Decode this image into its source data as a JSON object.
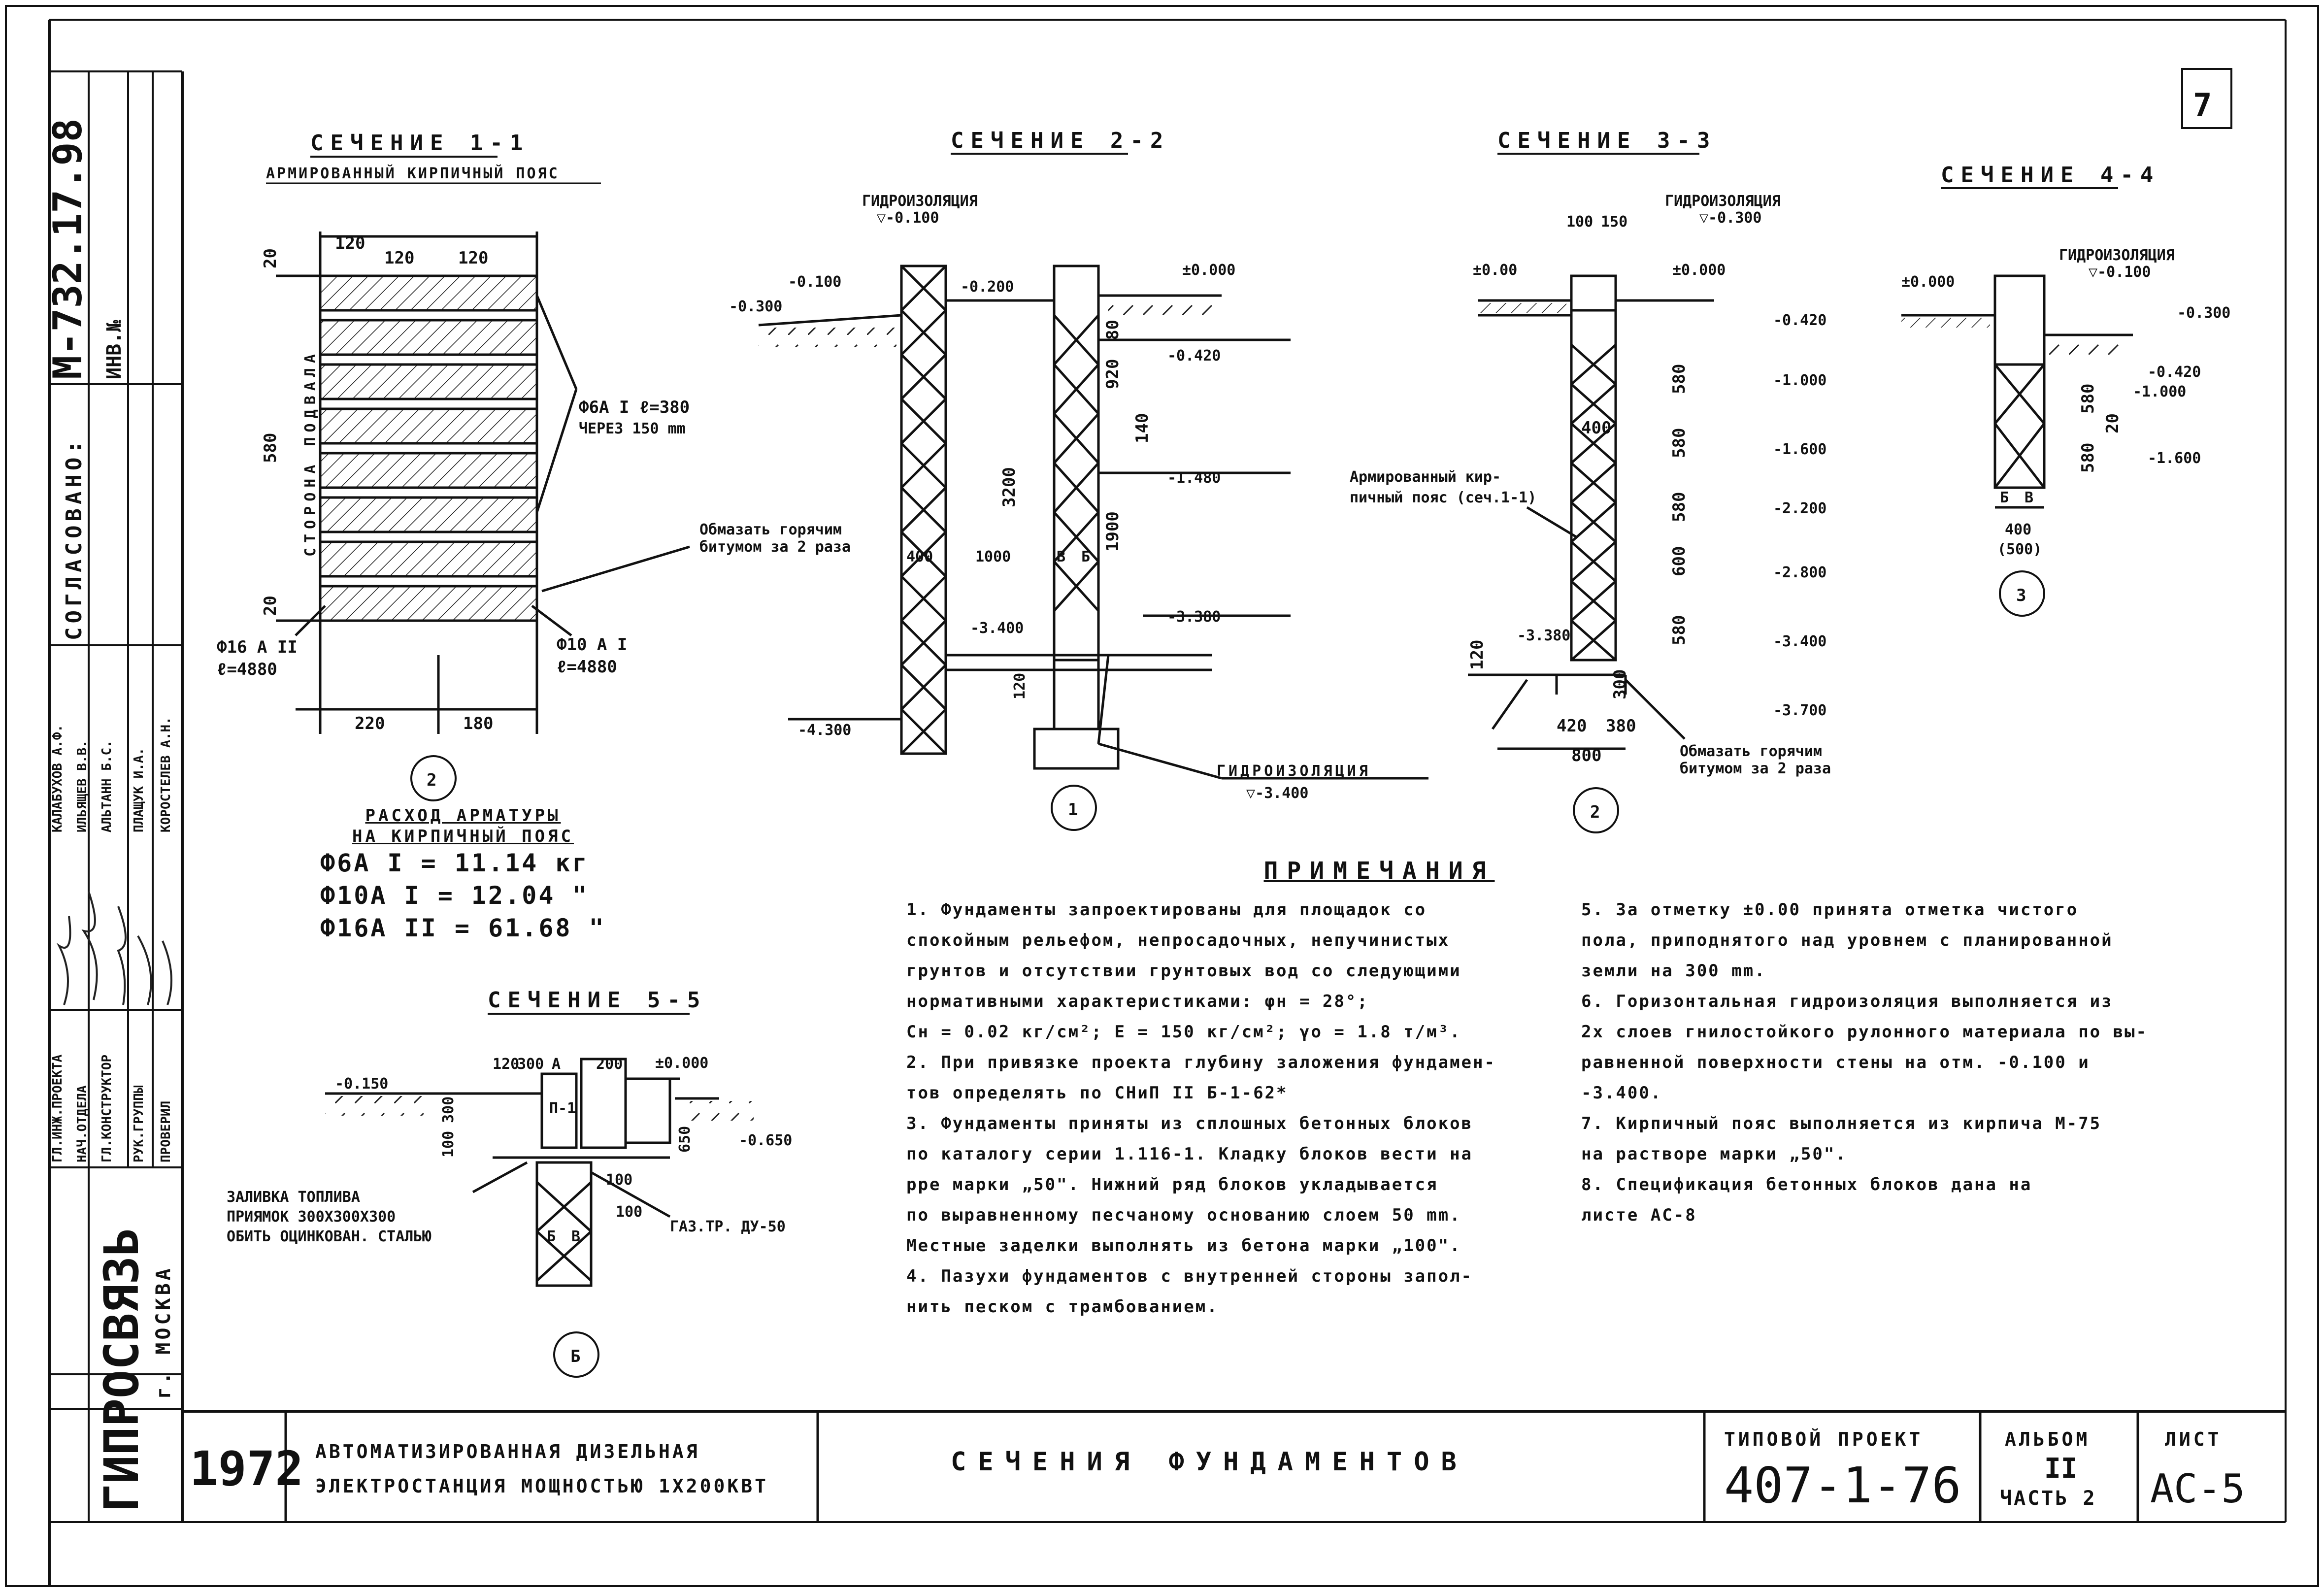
{
  "sheet": {
    "corner_number": "7",
    "organization": "ГИПРОСВЯЗЬ",
    "city": "г. МОСКВА",
    "archive_code": "М-732.17.98",
    "inv_no": "ИНВ.№",
    "year": "1972",
    "object_title_line1": "АВТОМАТИЗИРОВАННАЯ ДИЗЕЛЬНАЯ",
    "object_title_line2": "ЭЛЕКТРОСТАНЦИЯ МОЩНОСТЬЮ 1Х200КВТ",
    "drawing_title": "СЕЧЕНИЯ ФУНДАМЕНТОВ",
    "project_label": "ТИПОВОЙ ПРОЕКТ",
    "project_number": "407-1-76",
    "album_label": "АЛЬБОМ",
    "album_number": "II",
    "album_part": "ЧАСТЬ 2",
    "sheet_label": "ЛИСТ",
    "sheet_number": "АС-5",
    "approved_label": "СОГЛАСОВАНО:"
  },
  "staff": [
    {
      "role": "ГЛ.ИНЖ.ПРОЕКТА",
      "name": "КАЛАБУХОВ А.Ф."
    },
    {
      "role": "НАЧ.ОТДЕЛА",
      "name": "ИЛЬЯЩЕВ В.В."
    },
    {
      "role": "ГЛ.КОНСТРУКТОР",
      "name": "АЛЬТАНН Б.С."
    },
    {
      "role": "РУК.ГРУППЫ",
      "name": "ПЛАЩУК И.А."
    },
    {
      "role": "ПРОВЕРИЛ",
      "name": "КОРОСТЕЛЕВ А.Н."
    }
  ],
  "sections": {
    "s1": {
      "title": "СЕЧЕНИЕ 1-1",
      "subtitle": "АРМИРОВАННЫЙ КИРПИЧНЫЙ ПОЯС",
      "d120a": "120",
      "d120b": "120",
      "d120c": "120",
      "d20a": "20",
      "d20b": "20",
      "d580": "580",
      "side_label": "СТОРОНА ПОДВАЛА",
      "rebar1": "Ф6А I ℓ=380",
      "rebar1b": "ЧЕРЕЗ 150 mm",
      "coat": "Обмазать горячим",
      "coat2": "битумом за 2 раза",
      "rebar2": "Ф16 А II",
      "rebar2b": "ℓ=4880",
      "rebar3": "Ф10 А I",
      "rebar3b": "ℓ=4880",
      "d220": "220",
      "d180": "180",
      "circle": "2"
    },
    "s2": {
      "title": "СЕЧЕНИЕ 2-2",
      "hydro": "ГИДРОИЗОЛЯЦИЯ",
      "hydro_level": "▽-0.100",
      "lv_m0100": "-0.100",
      "lv_m0300": "-0.300",
      "lv_m0200": "-0.200",
      "lv_0000": "±0.000",
      "lv_0420": "-0.420",
      "lv_1480": "-1.480",
      "lv_3380": "-3.380",
      "lv_3400": "-3.400",
      "lv_4300": "-4.300",
      "d920": "920",
      "d80": "80",
      "d140": "140",
      "d1900": "1900",
      "d3200": "3200",
      "d400": "400",
      "d1000": "1000",
      "dB": "В",
      "dBb": "Б",
      "d120": "120",
      "bottom_hydro": "ГИДРОИЗОЛЯЦИЯ",
      "bottom_level": "▽-3.400",
      "circle": "1"
    },
    "s3": {
      "title": "СЕЧЕНИЕ 3-3",
      "hydro": "ГИДРОИЗОЛЯЦИЯ",
      "hydro_level": "▽-0.300",
      "d100": "100",
      "d150": "150",
      "lv_000a": "±0.00",
      "lv_000b": "±0.000",
      "lv_0420": "-0.420",
      "lv_1000": "-1.000",
      "lv_1600": "-1.600",
      "lv_2200": "-2.200",
      "lv_2800": "-2.800",
      "lv_3400": "-3.400",
      "lv_3700": "-3.700",
      "lv_3380": "-3.380",
      "belt": "Армированный кир-",
      "belt2": "пичный пояс (сеч.1-1)",
      "d400": "400",
      "d420": "420",
      "d380": "380",
      "d800": "800",
      "d120": "120",
      "d300": "300",
      "d580a": "580",
      "d580b": "580",
      "d580c": "580",
      "d580d": "580",
      "d600": "600",
      "coat": "Обмазать горячим",
      "coat2": "битумом за 2 раза",
      "circle": "2"
    },
    "s4": {
      "title": "СЕЧЕНИЕ 4-4",
      "hydro": "ГИДРОИЗОЛЯЦИЯ",
      "hydro_level": "▽-0.100",
      "lv_0000": "±0.000",
      "lv_0300": "-0.300",
      "lv_0420": "-0.420",
      "lv_1000": "-1.000",
      "lv_1600": "-1.600",
      "d580a": "580",
      "d580b": "580",
      "d20": "20",
      "dB": "Б",
      "dBb": "В",
      "d400": "400",
      "d500": "(500)",
      "circle": "3"
    },
    "s5": {
      "title": "СЕЧЕНИЕ 5-5",
      "lv_0150": "-0.150",
      "lv_0000": "±0.000",
      "lv_0650": "-0.650",
      "d120": "120",
      "d300": "300",
      "dA": "А",
      "d200": "200",
      "d300b": "300",
      "d100": "100",
      "d650": "650",
      "d100b": "100",
      "d100c": "100",
      "p1": "П-1",
      "dB": "Б",
      "dBb": "В",
      "fill1": "ЗАЛИВКА ТОПЛИВА",
      "fill2": "ПРИЯМОК 300Х300Х300",
      "fill3": "ОБИТЬ ОЦИНКОВАН. СТАЛЬЮ",
      "gas": "ГАЗ.ТР. ДУ-50",
      "circle": "Б"
    }
  },
  "rebar_consumption": {
    "title1": "РАСХОД АРМАТУРЫ",
    "title2": "НА КИРПИЧНЫЙ ПОЯС",
    "rows": [
      "Ф6А I = 11.14 кг",
      "Ф10А I = 12.04 \"",
      "Ф16А II = 61.68 \""
    ]
  },
  "notes": {
    "title": "ПРИМЕЧАНИЯ",
    "left": [
      "1. Фундаменты запроектированы для площадок со",
      "спокойным рельефом, непросадочных, непучинистых",
      "грунтов и отсутствии грунтовых вод со следующими",
      "нормативными характеристиками: φн = 28°;",
      "Сн = 0.02 кг/см²; Е = 150 кг/см²; γо = 1.8 т/м³.",
      "2. При привязке проекта глубину заложения фундамен-",
      "тов определять по СНиП II Б-1-62*",
      "3. Фундаменты приняты из сплошных бетонных блоков",
      "по каталогу серии 1.116-1. Кладку блоков вести на",
      "рре марки „50\". Нижний ряд блоков укладывается",
      "по выравненному песчаному основанию слоем 50 mm.",
      "Местные заделки выполнять из бетона марки „100\".",
      "4. Пазухи фундаментов с внутренней стороны запол-",
      "нить песком с трамбованием."
    ],
    "right": [
      "5. За отметку ±0.00 принята отметка чистого",
      "пола, приподнятого над уровнем с планированной",
      "земли на 300 mm.",
      "6. Горизонтальная гидроизоляция выполняется из",
      "2х слоев гнилостойкого рулонного материала по вы-",
      "равненной поверхности стены на отм. -0.100 и",
      "-3.400.",
      "7. Кирпичный пояс выполняется из кирпича М-75",
      "на растворе марки „50\".",
      "8. Спецификация бетонных блоков дана на",
      "листе АС-8"
    ]
  }
}
